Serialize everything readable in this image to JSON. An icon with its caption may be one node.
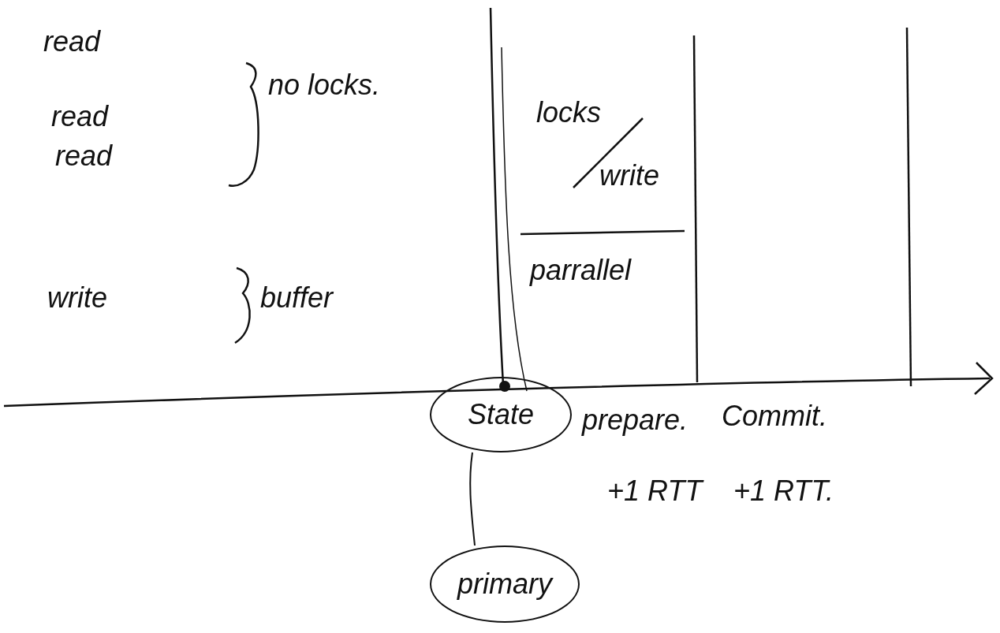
{
  "diagram": {
    "nodes": [
      {
        "text": [
          "State"
        ]
      },
      {
        "text": [
          "primary"
        ]
      }
    ],
    "edges": [
      {
        "from": 0,
        "to": 1,
        "arrow": "none"
      }
    ],
    "labels": [
      "read",
      "read",
      "read",
      "no locks.",
      "write",
      "buffer",
      "locks",
      "write",
      "parrallel",
      "prepare.",
      "Commit.",
      "+1 RTT",
      "+1 RTT."
    ]
  }
}
